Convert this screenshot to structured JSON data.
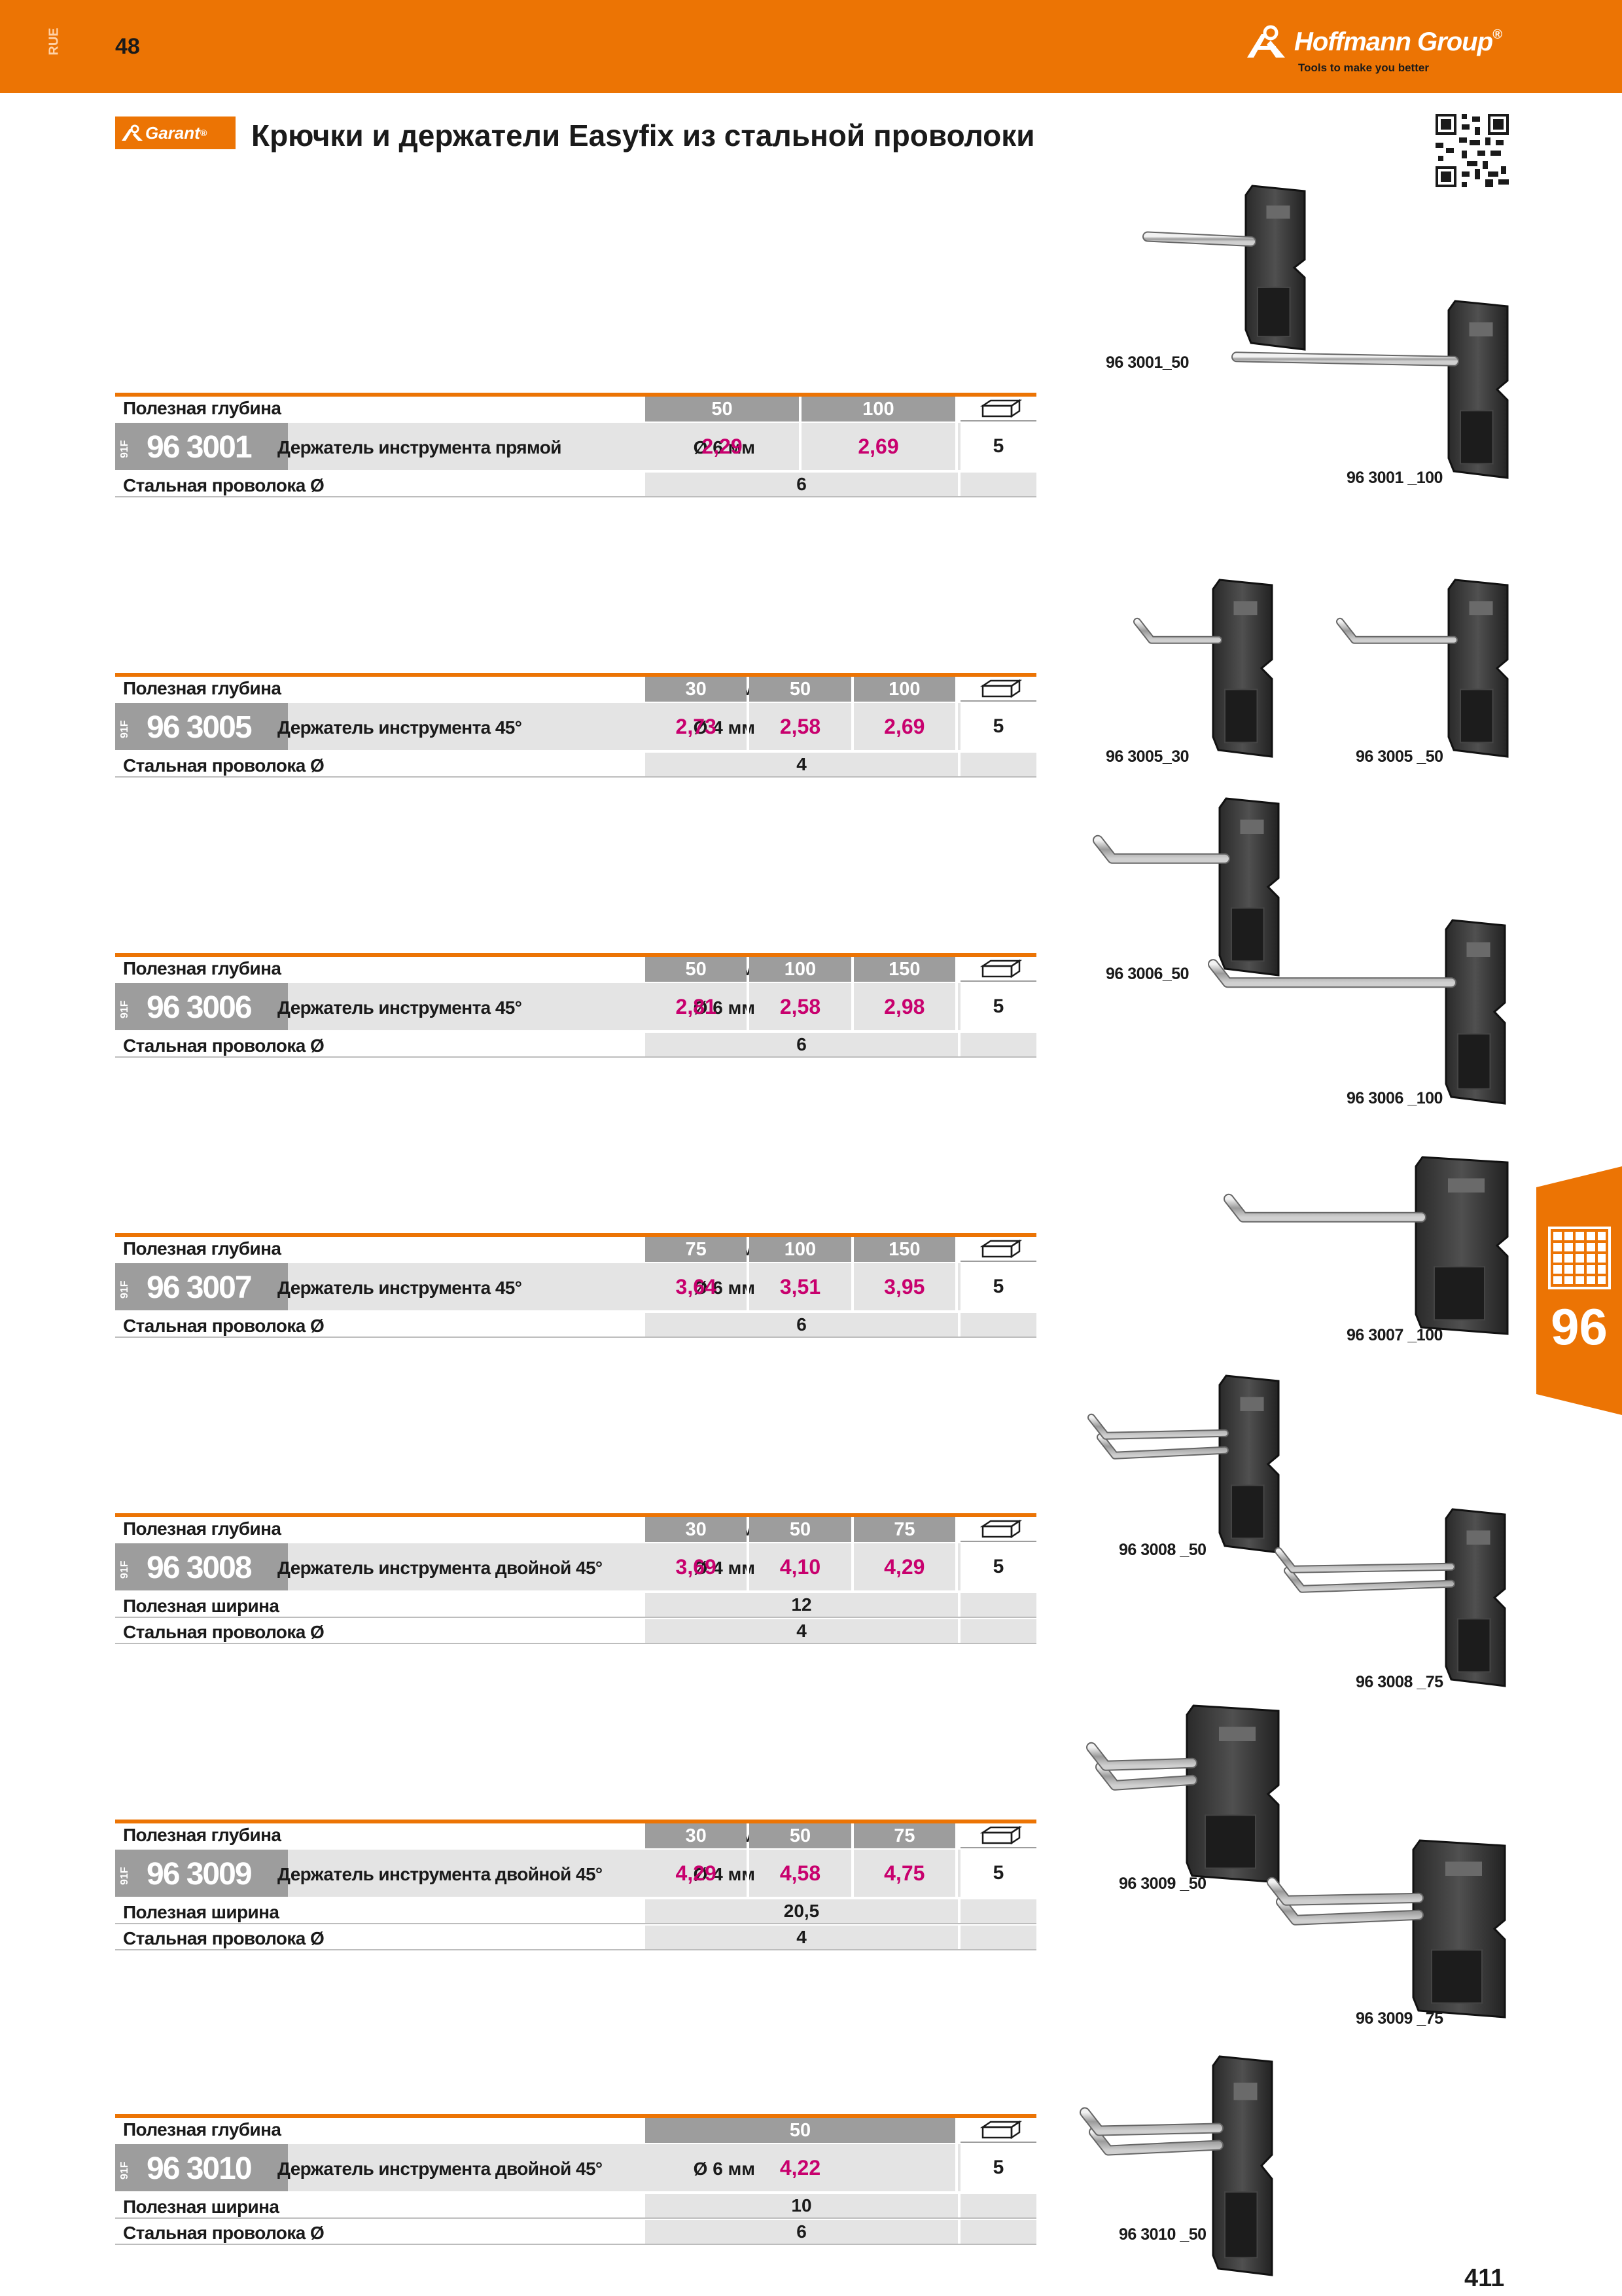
{
  "header": {
    "lang_code": "RUE",
    "catalog_page": "48",
    "brand_name": "Hoffmann Group",
    "brand_mark": "®",
    "tagline": "Tools to make you better",
    "brand_color": "#ec7404"
  },
  "title": {
    "sub_brand": "Garant",
    "sub_brand_mark": "®",
    "text": "Крючки и держатели Easyfix из стальной проволоки"
  },
  "labels": {
    "depth": "Полезная глубина",
    "width": "Полезная ширина",
    "wire": "Стальная проволока Ø",
    "unit": "мм",
    "group": "91F"
  },
  "products": [
    {
      "art": "96 3001",
      "desc": "Держатель инструмента прямой",
      "dia": "Ø 6 мм",
      "depths": [
        "50",
        "100"
      ],
      "prices": [
        "2,29",
        "2,69"
      ],
      "pack": "5",
      "rows": [
        {
          "label": "Стальная проволока Ø",
          "value": "6"
        }
      ]
    },
    {
      "art": "96 3005",
      "desc": "Держатель инструмента 45°",
      "dia": "Ø 4 мм",
      "depths": [
        "30",
        "50",
        "100"
      ],
      "prices": [
        "2,73",
        "2,58",
        "2,69"
      ],
      "pack": "5",
      "rows": [
        {
          "label": "Стальная проволока Ø",
          "value": "4"
        }
      ]
    },
    {
      "art": "96 3006",
      "desc": "Держатель инструмента 45°",
      "dia": "Ø 6 мм",
      "depths": [
        "50",
        "100",
        "150"
      ],
      "prices": [
        "2,81",
        "2,58",
        "2,98"
      ],
      "pack": "5",
      "rows": [
        {
          "label": "Стальная проволока Ø",
          "value": "6"
        }
      ]
    },
    {
      "art": "96 3007",
      "desc": "Держатель инструмента 45°",
      "dia": "Ø 6 мм",
      "depths": [
        "75",
        "100",
        "150"
      ],
      "prices": [
        "3,64",
        "3,51",
        "3,95"
      ],
      "pack": "5",
      "rows": [
        {
          "label": "Стальная проволока Ø",
          "value": "6"
        }
      ]
    },
    {
      "art": "96 3008",
      "desc": "Держатель инструмента двойной 45°",
      "dia": "Ø 4 мм",
      "depths": [
        "30",
        "50",
        "75"
      ],
      "prices": [
        "3,69",
        "4,10",
        "4,29"
      ],
      "pack": "5",
      "rows": [
        {
          "label": "Полезная ширина",
          "value": "12"
        },
        {
          "label": "Стальная проволока Ø",
          "value": "4"
        }
      ]
    },
    {
      "art": "96 3009",
      "desc": "Держатель инструмента двойной 45°",
      "dia": "Ø 4 мм",
      "depths": [
        "30",
        "50",
        "75"
      ],
      "prices": [
        "4,29",
        "4,58",
        "4,75"
      ],
      "pack": "5",
      "rows": [
        {
          "label": "Полезная ширина",
          "value": "20,5"
        },
        {
          "label": "Стальная проволока Ø",
          "value": "4"
        }
      ]
    },
    {
      "art": "96 3010",
      "desc": "Держатель инструмента двойной 45°",
      "dia": "Ø 6 мм",
      "depths": [
        "50"
      ],
      "prices": [
        "4,22"
      ],
      "pack": "5",
      "rows": [
        {
          "label": "Полезная ширина",
          "value": "10"
        },
        {
          "label": "Стальная проволока Ø",
          "value": "6"
        }
      ]
    }
  ],
  "captions": [
    "96 3001_50",
    "96 3001 _100",
    "96 3005_30",
    "96 3005 _50",
    "96 3006_50",
    "96 3006 _100",
    "96 3007 _100",
    "96 3008 _50",
    "96 3008 _75",
    "96 3009 _50",
    "96 3009 _75",
    "96 3010 _50"
  ],
  "side_tab": {
    "number": "96",
    "icon": "grid-icon"
  },
  "page_number": "411",
  "colors": {
    "accent": "#ec7404",
    "price": "#c8006e",
    "gray_dark": "#9d9d9d",
    "gray_light": "#e4e4e4"
  }
}
